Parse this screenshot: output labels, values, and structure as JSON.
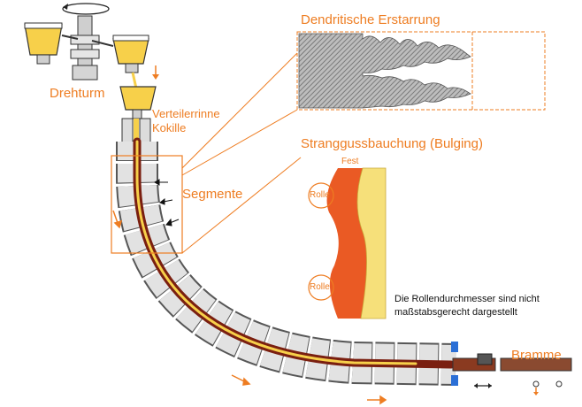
{
  "labels": {
    "drehturm": "Drehturm",
    "verteilerrinne": "Verteilerrinne",
    "kokille": "Kokille",
    "segmente": "Segmente",
    "dendritische": "Dendritische Erstarrung",
    "bulging": "Stranggussbauchung (Bulging)",
    "fest": "Fest",
    "rolle_top": "Rolle",
    "rolle_bottom": "Rolle",
    "note_line1": "Die Rollendurchmesser sind nicht",
    "note_line2": "maßstabsgerecht dargestellt",
    "bramme": "Bramme"
  },
  "colors": {
    "accent": "#ee7d22",
    "molten": "#f7d04a",
    "strand": "#7a1f10",
    "segment_fill": "#dcdcdc",
    "bulge_orange": "#ea5a24",
    "bulge_yellow": "#f6e07a"
  }
}
